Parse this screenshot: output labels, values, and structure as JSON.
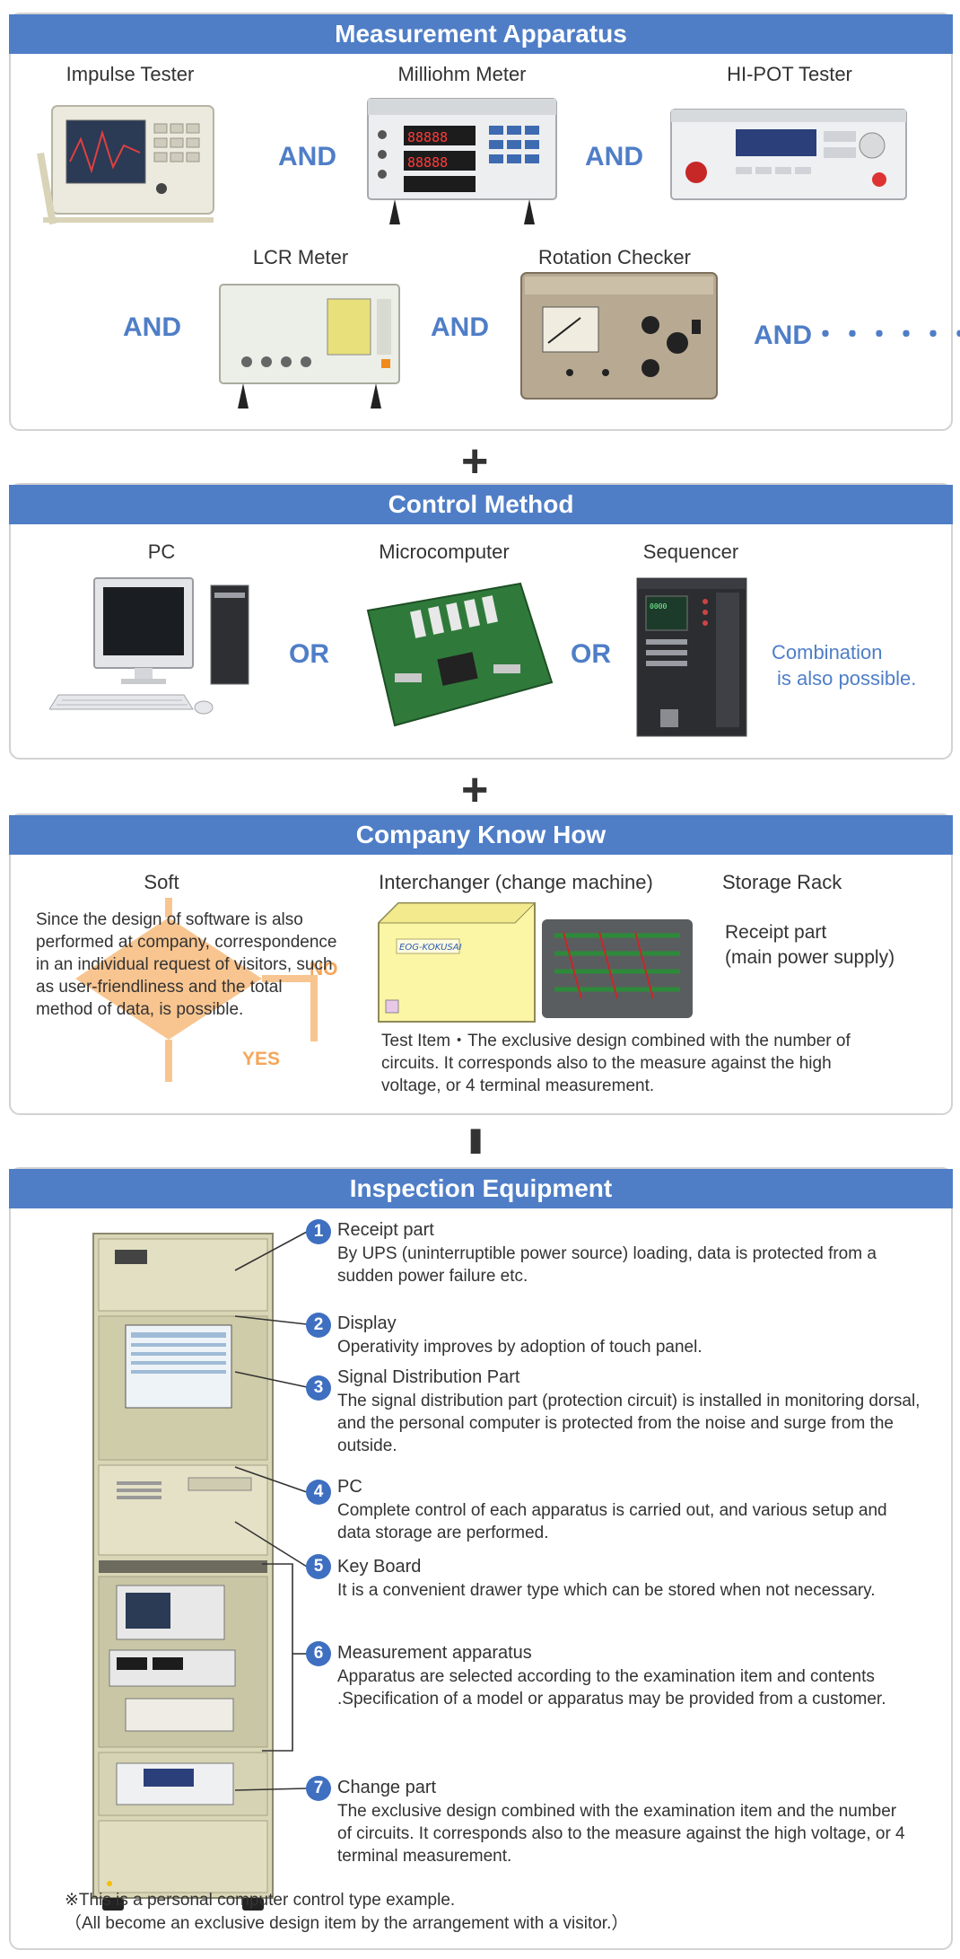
{
  "measurement": {
    "title": "Measurement Apparatus",
    "devices": [
      "Impulse Tester",
      "Milliohm Meter",
      "HI-POT Tester",
      "LCR Meter",
      "Rotation Checker"
    ],
    "conjunction": "AND",
    "conjunction_more": "AND・・・・・・"
  },
  "plus_sign": "+",
  "control": {
    "title": "Control Method",
    "methods": [
      "PC",
      "Microcomputer",
      "Sequencer"
    ],
    "conjunction": "OR",
    "combination_line1": "Combination",
    "combination_line2": "is also possible."
  },
  "knowhow": {
    "title": "Company Know How",
    "soft_label": "Soft",
    "soft_text": "Since the design of software is also performed at company, correspondence in an individual request of visitors, such as user-friendliness and the total method of data, is possible.",
    "flow_no": "NO",
    "flow_yes": "YES",
    "interchanger_label": "Interchanger (change machine)",
    "interchanger_plate": "EOG-KOKUSAI",
    "storage_label": "Storage Rack",
    "receipt_line1": "Receipt part",
    "receipt_line2": "(main power supply)",
    "test_item_text": "Test Item・The exclusive design combined with the number of circuits. It corresponds also to the measure against the high voltage, or 4 terminal measurement."
  },
  "equals_sign": "II",
  "inspection": {
    "title": "Inspection Equipment",
    "items": [
      {
        "num": "1",
        "title": "Receipt part",
        "desc": "By UPS (uninterruptible power source) loading, data is protected from a sudden power failure etc."
      },
      {
        "num": "2",
        "title": "Display",
        "desc": "Operativity improves by adoption of touch panel."
      },
      {
        "num": "3",
        "title": "Signal Distribution Part",
        "desc": "The signal distribution part (protection circuit) is installed in monitoring dorsal, and the personal computer is protected from the noise and surge from the outside."
      },
      {
        "num": "4",
        "title": "PC",
        "desc": "Complete control of each apparatus is carried out, and various setup and data storage are performed."
      },
      {
        "num": "5",
        "title": "Key Board",
        "desc": "It is a convenient drawer type which can be stored when not necessary."
      },
      {
        "num": "6",
        "title": "Measurement apparatus",
        "desc": "Apparatus are selected according to the examination item and contents .Specification of a model or apparatus may be provided from a customer."
      },
      {
        "num": "7",
        "title": "Change part",
        "desc": "The exclusive design combined with the examination item and the number of circuits. It corresponds also to the measure against the high voltage, or 4 terminal measurement."
      }
    ],
    "note_line1": "※This is a personal computer control type example.",
    "note_line2": "（All become an exclusive design item by the arrangement with a visitor.）"
  }
}
